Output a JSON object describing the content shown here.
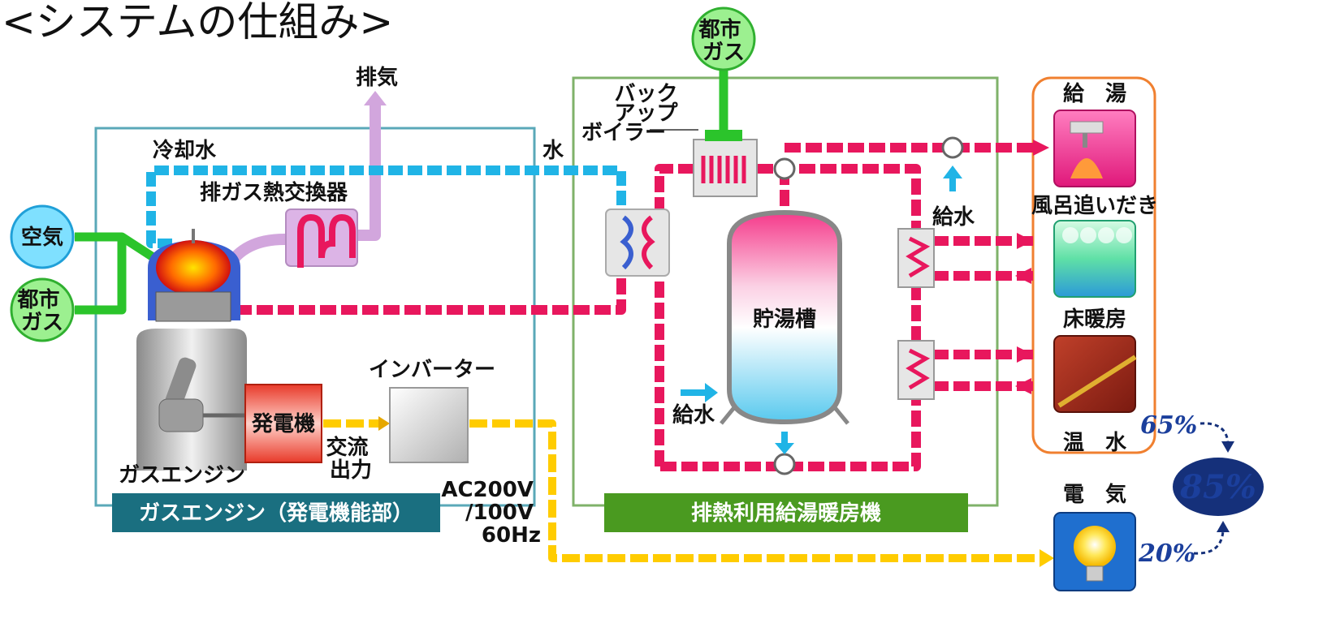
{
  "title": "<システムの仕組み>",
  "labels": {
    "exhaust": "排気",
    "cooling_water": "冷却水",
    "water": "水",
    "exhaust_gas_hx": "排ガス熱交換器",
    "air": "空気",
    "city_gas_left": "都市\nガス",
    "city_gas_top": "都市\nガス",
    "backup_boiler": "バック\nアップ\nボイラー",
    "storage_tank": "貯湯槽",
    "water_supply_tank": "給水",
    "water_supply_right": "給水",
    "inverter": "インバーター",
    "generator": "発電機",
    "ac_output": "交流\n出力",
    "gas_engine": "ガスエンジン",
    "voltage": "AC200V\n/100V\n60Hz"
  },
  "sections": {
    "engine_unit": "ガスエンジン（発電機能部）",
    "heat_unit": "排熱利用給湯暖房機"
  },
  "outputs": {
    "hot_water_supply": "給　湯",
    "bath_reheat": "風呂追いだき",
    "floor_heating": "床暖房",
    "warm_water": "温　水",
    "electricity": "電　気"
  },
  "efficiency": {
    "heat": "65%",
    "power": "20%",
    "total": "85%"
  },
  "colors": {
    "hot_pipe": "#e8175d",
    "cold_pipe": "#20b4e6",
    "gas_pipe": "#2bc42b",
    "exhaust_pipe": "#d2a6dd",
    "power_line": "#ffcc00",
    "engine_frame": "#5aa8b8",
    "heat_frame": "#7fb26a",
    "output_frame": "#f08030",
    "engine_label_bg": "#1a6f80",
    "heat_label_bg": "#4a9a20",
    "efficiency_navy": "#15307a"
  }
}
